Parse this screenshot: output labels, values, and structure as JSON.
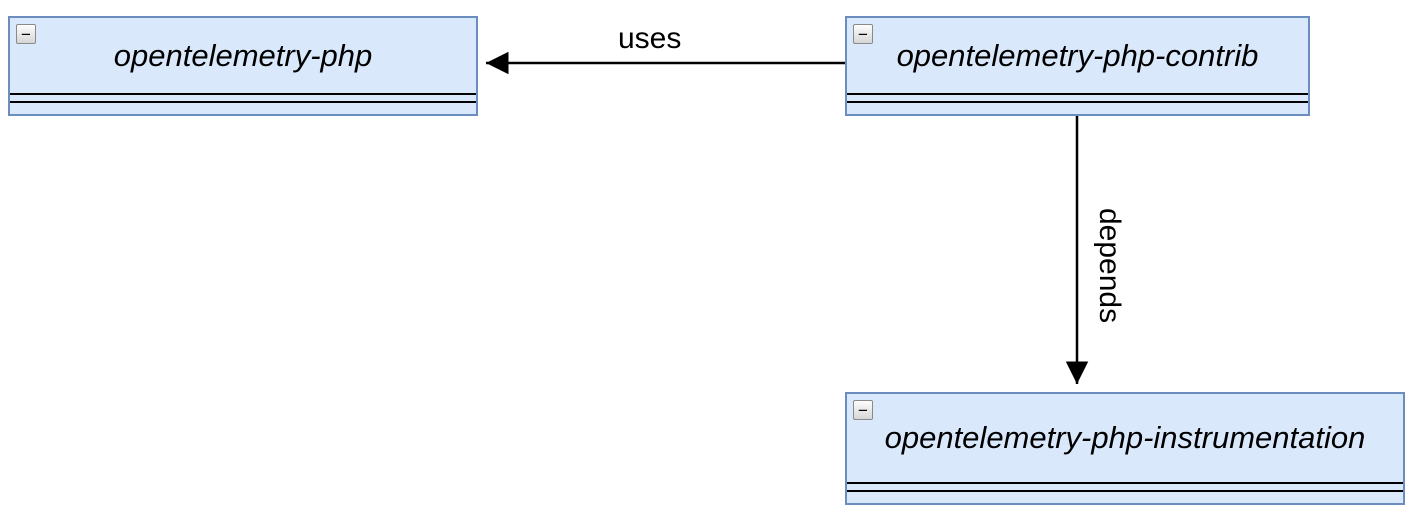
{
  "diagram": {
    "nodes": [
      {
        "label": "opentelemetry-php"
      },
      {
        "label": "opentelemetry-php-contrib"
      },
      {
        "label": "opentelemetry-php-instrumentation"
      }
    ],
    "edges": [
      {
        "label": "uses",
        "from": "opentelemetry-php-contrib",
        "to": "opentelemetry-php"
      },
      {
        "label": "depends",
        "from": "opentelemetry-php-contrib",
        "to": "opentelemetry-php-instrumentation"
      }
    ],
    "icons": {
      "collapse_glyph": "−"
    },
    "colors": {
      "node_fill": "#dae8fc",
      "node_border": "#6c8ebf",
      "divider": "#000000",
      "arrow": "#000000",
      "text": "#000000"
    }
  }
}
